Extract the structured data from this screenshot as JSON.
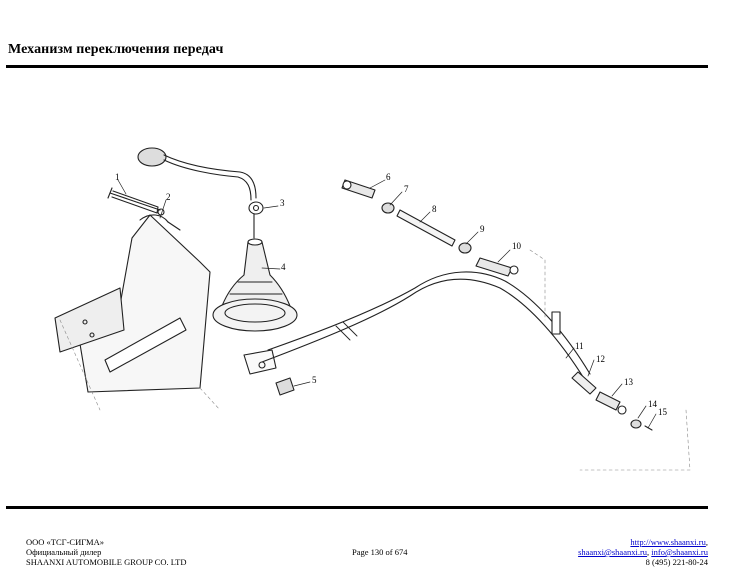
{
  "page": {
    "title": "Механизм переключения передач"
  },
  "diagram": {
    "callouts": [
      "1",
      "2",
      "3",
      "4",
      "5",
      "6",
      "7",
      "8",
      "9",
      "10",
      "11",
      "12",
      "13",
      "14",
      "15"
    ]
  },
  "footer": {
    "company": "ООО «ТСГ-СИГМА»",
    "dealer": "Официальный дилер",
    "group": "SHAANXI AUTOMOBILE GROUP CO. LTD",
    "page_number": "Page 130 of 674",
    "website": "http://www.shaanxi.ru",
    "email1": "shaanxi@shaanxi.ru",
    "email2": "info@shaanxi.ru",
    "phone": "8 (495) 221-80-24"
  }
}
